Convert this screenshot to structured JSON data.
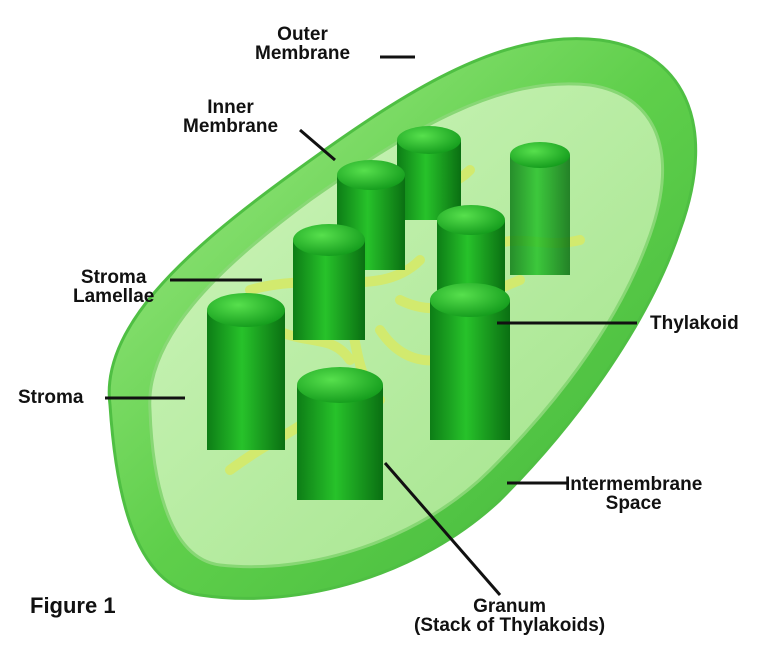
{
  "figure_label": "Figure 1",
  "labels": {
    "outer_membrane": [
      "Outer",
      "Membrane"
    ],
    "inner_membrane": [
      "Inner",
      "Membrane"
    ],
    "stroma_lamellae": [
      "Stroma",
      "Lamellae"
    ],
    "stroma": "Stroma",
    "thylakoid": "Thylakoid",
    "intermembrane_space": [
      "Intermembrane",
      "Space"
    ],
    "granum": [
      "Granum",
      "(Stack of Thylakoids)"
    ]
  },
  "colors": {
    "membrane_outer": "#7fd66a",
    "membrane_inner": "#9fe38a",
    "stroma_fill": "#b9eea2",
    "granum_top": "#23b523",
    "granum_side": "#11901a",
    "lamellae": "#d7ee7a",
    "leader_line": "#111111"
  }
}
